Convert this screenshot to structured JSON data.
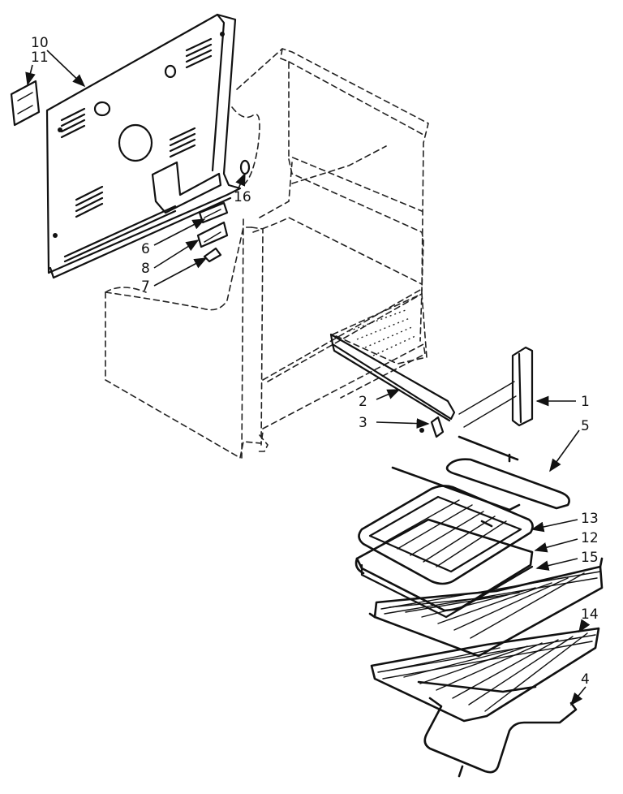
{
  "diagram": {
    "callouts": {
      "c10": "10",
      "c11": "11",
      "c16": "16",
      "c6": "6",
      "c8": "8",
      "c7": "7",
      "c2": "2",
      "c3": "3",
      "c1": "1",
      "c5": "5",
      "c13": "13",
      "c12": "12",
      "c15": "15",
      "c14": "14",
      "c4": "4"
    }
  }
}
